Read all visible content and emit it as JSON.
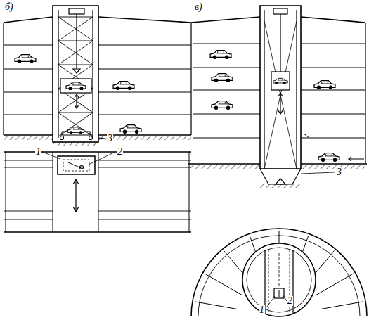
{
  "diagram": {
    "labels": [
      "б)",
      "в)",
      "1",
      "2",
      "3",
      "3",
      "1",
      "2"
    ]
  }
}
